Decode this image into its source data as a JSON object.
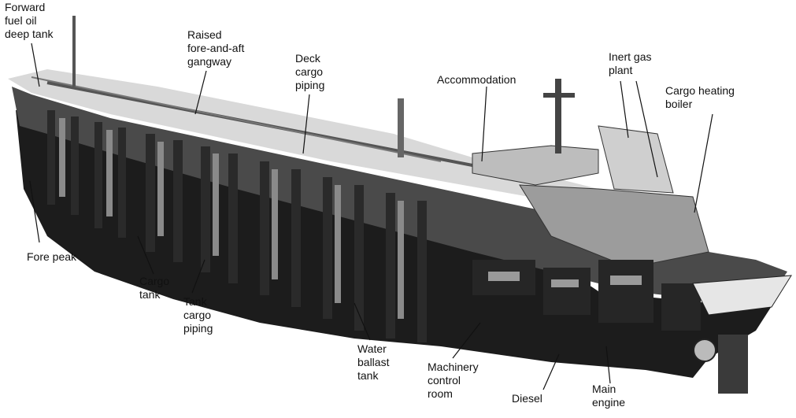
{
  "labels": {
    "forward_fuel_oil_deep_tank": "Forward\nfuel oil\ndeep tank",
    "raised_gangway": "Raised\nfore-and-aft\ngangway",
    "deck_cargo_piping": "Deck\ncargo\npiping",
    "accommodation": "Accommodation",
    "inert_gas_plant": "Inert gas\nplant",
    "cargo_heating_boiler": "Cargo heating\nboiler",
    "fore_peak": "Fore peak",
    "cargo_tank": "Cargo\ntank",
    "tank_cargo_piping": "Tank\ncargo\npiping",
    "water_ballast_tank": "Water\nballast\ntank",
    "machinery_control_room": "Machinery\ncontrol\nroom",
    "diesel": "Diesel",
    "main_engine": "Main\nengine"
  },
  "colors": {
    "ink": "#111111",
    "hull_dark": "#1c1c1c",
    "hull_mid": "#4a4a4a",
    "deck_light": "#d9d9d9",
    "structure_light": "#bdbdbd"
  }
}
